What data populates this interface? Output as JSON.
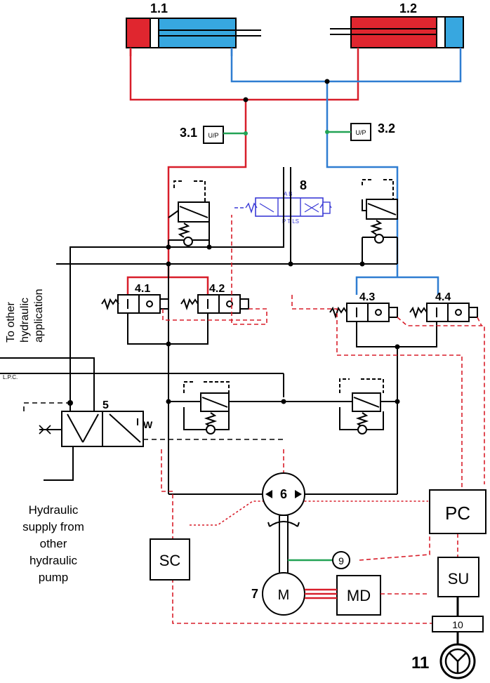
{
  "labels": {
    "cyl1": "1.1",
    "cyl2": "1.2",
    "t31": "3.1",
    "t32": "3.2",
    "tup": "U/P",
    "v8": "8",
    "v41": "4.1",
    "v42": "4.2",
    "v43": "4.3",
    "v44": "4.4",
    "v5": "5",
    "pump6": "6",
    "motor7": "7",
    "motorM": "M",
    "sensor9": "9",
    "enc10": "10",
    "wheel11": "11",
    "pc": "PC",
    "sc": "SC",
    "su": "SU",
    "md": "MD",
    "lpc": "L.P.C.",
    "side1": "To other",
    "side2": "hydraulic",
    "side3": "application",
    "supply": [
      "Hydraulic",
      "supply from",
      "other",
      "hydraulic",
      "pump"
    ]
  },
  "colors": {
    "red_line": "#d81e2a",
    "blue_line": "#2f7dd1",
    "green_line": "#22a355",
    "black_line": "#000000"
  }
}
